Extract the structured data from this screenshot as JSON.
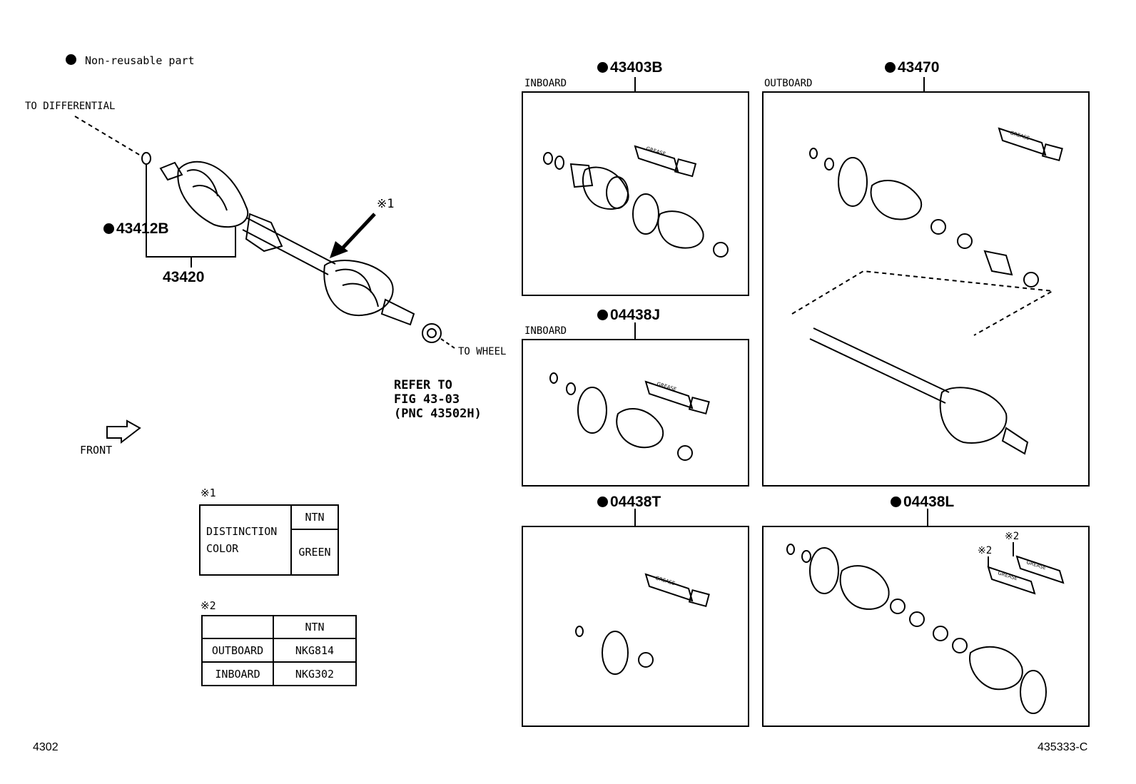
{
  "legend": {
    "bullet_label": "Non-reusable part"
  },
  "labels": {
    "to_differential": "TO DIFFERENTIAL",
    "to_wheel": "TO WHEEL",
    "front": "FRONT",
    "ref_note": "※1",
    "refer_line1": "REFER TO",
    "refer_line2": "FIG 43-03",
    "refer_line3": "(PNC 43502H)"
  },
  "parts": {
    "p43412B": "43412B",
    "p43420": "43420"
  },
  "panels": [
    {
      "part": "43403B",
      "side": "INBOARD"
    },
    {
      "part": "43470",
      "side": "OUTBOARD"
    },
    {
      "part": "04438J",
      "side": "INBOARD"
    },
    {
      "part": "04438T",
      "side": ""
    },
    {
      "part": "04438L",
      "side": ""
    }
  ],
  "grease_label": "GREASE",
  "note2_mark": "※2",
  "table1": {
    "mark": "※1",
    "row_header_line1": "DISTINCTION",
    "row_header_line2": "COLOR",
    "col_header": "NTN",
    "value": "GREEN"
  },
  "table2": {
    "mark": "※2",
    "col_header": "NTN",
    "rows": [
      {
        "label": "OUTBOARD",
        "value": "NKG814"
      },
      {
        "label": "INBOARD",
        "value": "NKG302"
      }
    ]
  },
  "footer": {
    "page": "4302",
    "illustration_id": "435333-C"
  }
}
